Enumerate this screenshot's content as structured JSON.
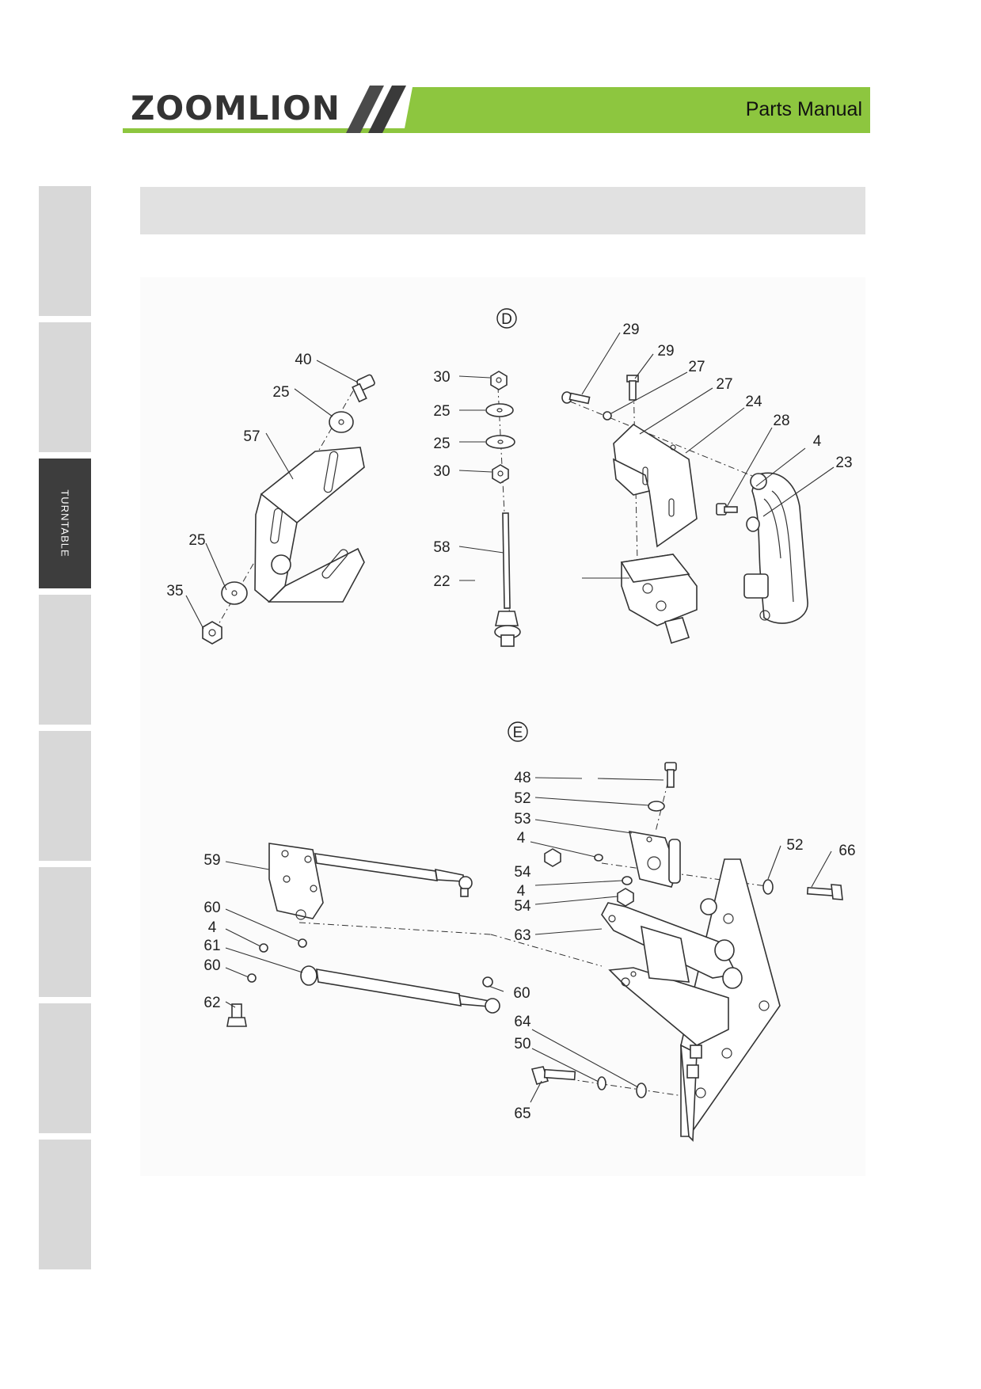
{
  "header": {
    "logo_text": "ZOOMLION",
    "title": "Parts Manual",
    "brand_green": "#8dc63f",
    "logo_color": "#333333"
  },
  "sidebar": {
    "tabs": [
      {
        "label": ""
      },
      {
        "label": ""
      },
      {
        "label": "TURNTABLE",
        "active": true
      },
      {
        "label": ""
      },
      {
        "label": ""
      },
      {
        "label": ""
      },
      {
        "label": ""
      },
      {
        "label": ""
      }
    ]
  },
  "title_band": {
    "text": ""
  },
  "diagram": {
    "section_d": "D",
    "section_e": "E",
    "labels_d": [
      "40",
      "25",
      "57",
      "25",
      "35",
      "30",
      "25",
      "25",
      "30",
      "58",
      "22",
      "29",
      "29",
      "27",
      "27",
      "24",
      "28",
      "4",
      "23"
    ],
    "labels_e": [
      "59",
      "60",
      "4",
      "61",
      "60",
      "62",
      "48",
      "52",
      "53",
      "4",
      "54",
      "4",
      "54",
      "63",
      "60",
      "64",
      "50",
      "65",
      "52",
      "66"
    ]
  }
}
